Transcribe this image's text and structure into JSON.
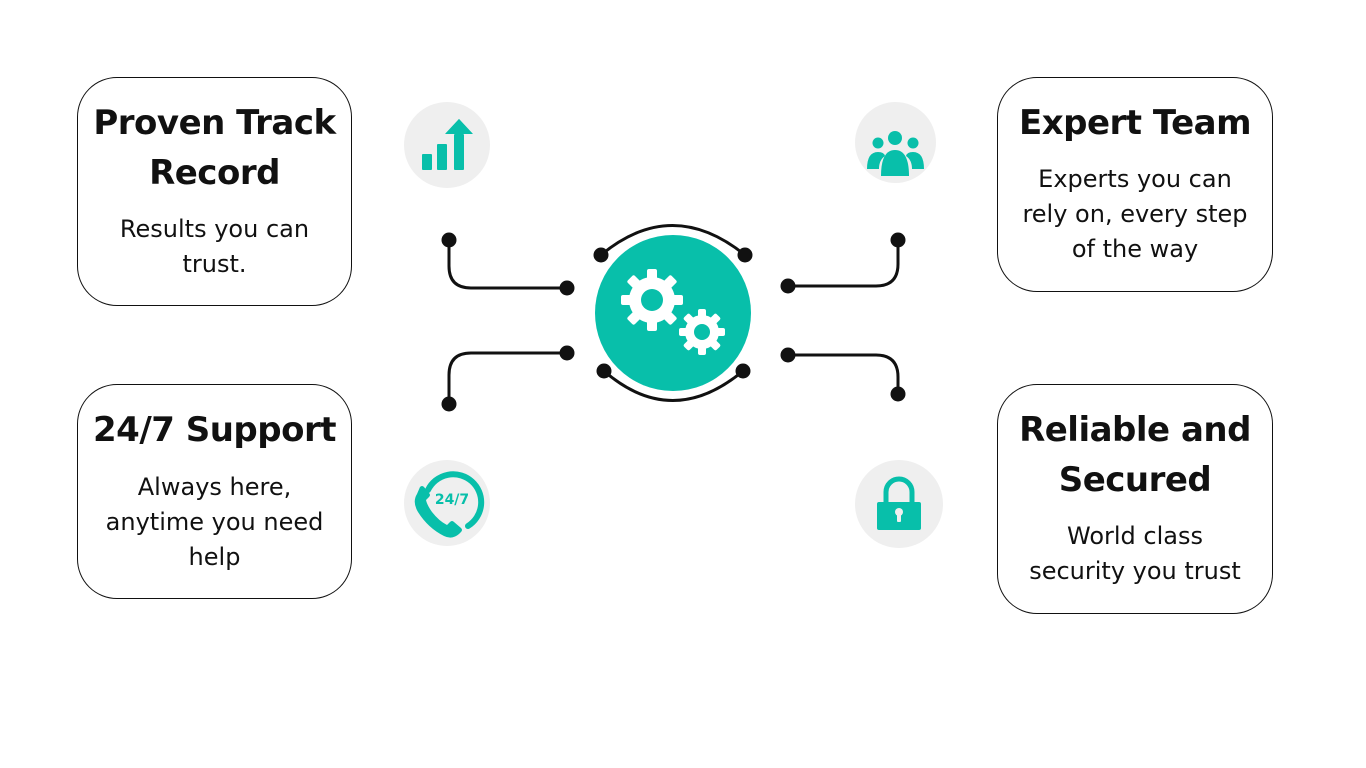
{
  "cards": {
    "proven": {
      "title": "Proven Track\nRecord",
      "desc": "Results you can\ntrust."
    },
    "support": {
      "title": "24/7 Support",
      "desc": "Always here,\nanytime you need\nhelp"
    },
    "expert": {
      "title": "Expert Team",
      "desc": "Experts you can\nrely on, every step\nof the way"
    },
    "reliable": {
      "title": "Reliable and\nSecured",
      "desc": "World class\nsecurity you trust"
    }
  },
  "icons": {
    "chart": "chart-growth-icon",
    "team": "team-icon",
    "support": "phone-24-7-icon",
    "lock": "lock-icon",
    "hub": "gears-icon"
  },
  "support_icon_text": "24/7",
  "colors": {
    "accent": "#08bfaa",
    "icon_bg": "#efefef",
    "line": "#111111"
  }
}
